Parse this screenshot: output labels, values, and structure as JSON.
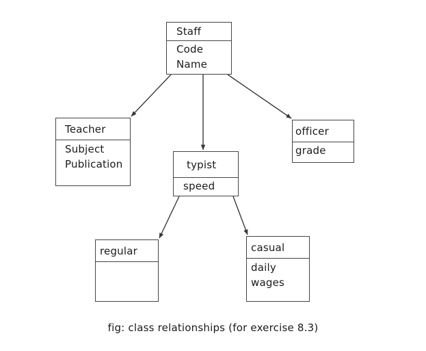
{
  "figure": {
    "caption": "fig: class relationships (for exercise 8.3)",
    "background_color": "#ffffff",
    "line_color": "#444444",
    "text_color": "#1a1a1a"
  },
  "classes": {
    "staff": {
      "name": "Staff",
      "attributes": [
        "Code",
        "Name"
      ]
    },
    "teacher": {
      "name": "Teacher",
      "attributes": [
        "Subject",
        "Publication"
      ]
    },
    "officer": {
      "name": "officer",
      "attributes": [
        "grade"
      ]
    },
    "typist": {
      "name": "typist",
      "attributes": [
        "speed"
      ]
    },
    "regular": {
      "name": "regular",
      "attributes": []
    },
    "casual": {
      "name": "casual",
      "attributes": [
        "daily",
        "wages"
      ]
    }
  },
  "relationships": [
    {
      "from": "Staff",
      "to": "Teacher",
      "type": "arrow"
    },
    {
      "from": "Staff",
      "to": "typist",
      "type": "arrow"
    },
    {
      "from": "Staff",
      "to": "officer",
      "type": "arrow"
    },
    {
      "from": "typist",
      "to": "regular",
      "type": "arrow"
    },
    {
      "from": "typist",
      "to": "casual",
      "type": "arrow"
    }
  ]
}
